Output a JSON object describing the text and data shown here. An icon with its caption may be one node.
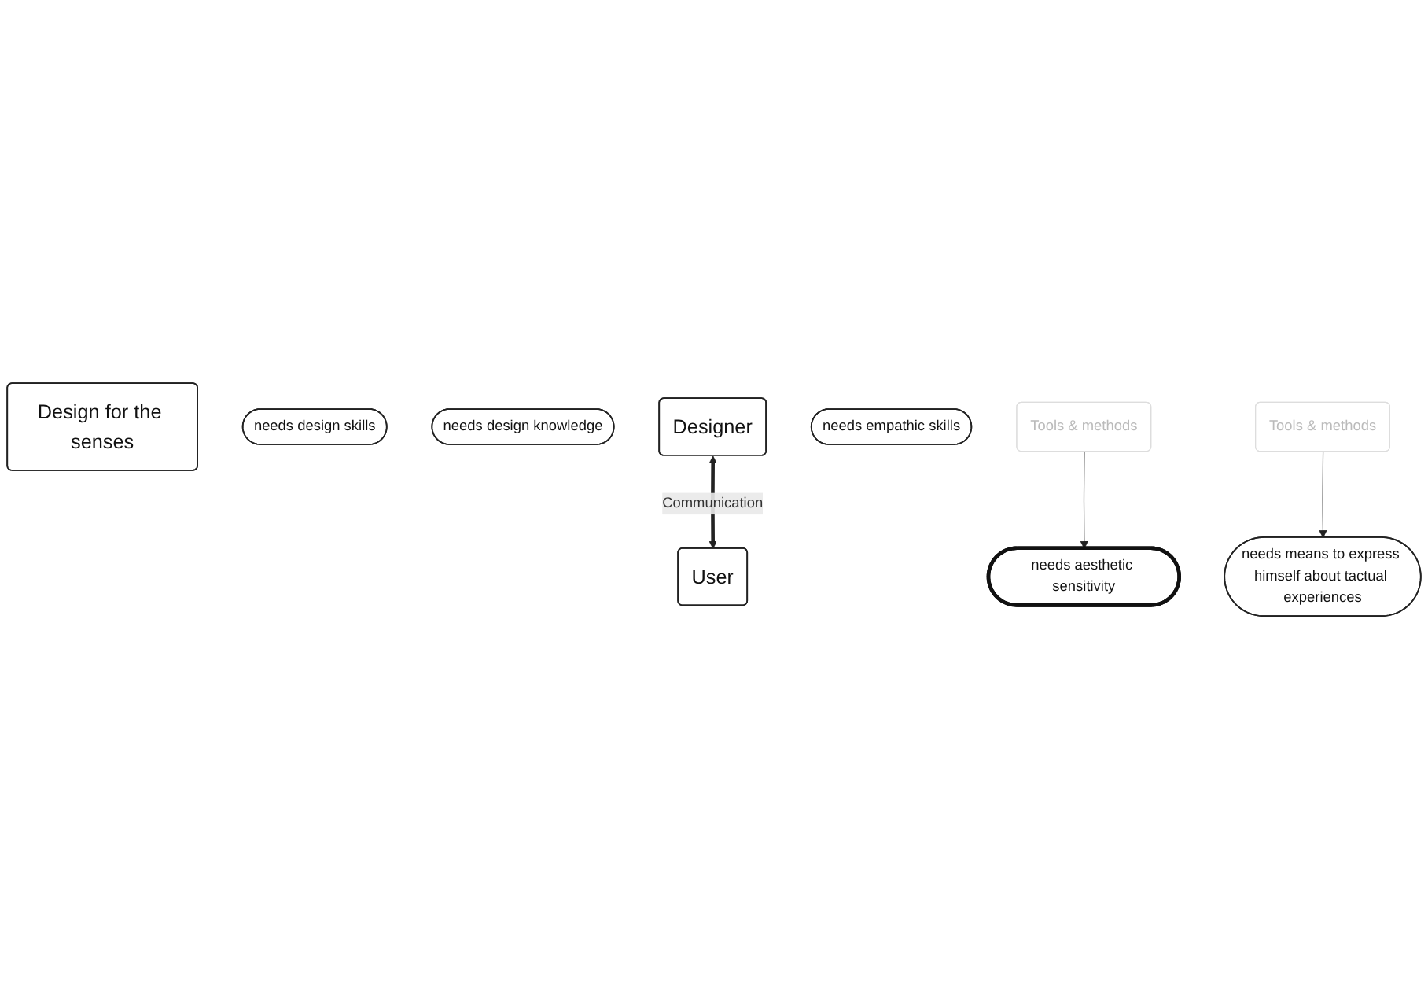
{
  "diagram": {
    "nodes": [
      {
        "text": [
          "Design for the senses"
        ]
      },
      {
        "text": [
          "needs design skills"
        ]
      },
      {
        "text": [
          "needs design knowledge"
        ]
      },
      {
        "text": [
          "Designer"
        ]
      },
      {
        "text": [
          "User"
        ]
      },
      {
        "text": [
          "needs empathic skills"
        ]
      },
      {
        "text": [
          "needs aesthetic sensitivity"
        ]
      },
      {
        "text": [
          "needs means to express himself about tactual experiences"
        ]
      },
      {
        "text": [
          "Tools & methods"
        ]
      },
      {
        "text": [
          "Tools & methods"
        ]
      }
    ],
    "edges": [
      {
        "from": 3,
        "to": 4,
        "arrow": "both",
        "label": "Communication",
        "style": "thick"
      },
      {
        "from": 8,
        "to": 6,
        "arrow": "to"
      },
      {
        "from": 9,
        "to": 7,
        "arrow": "to"
      }
    ]
  }
}
